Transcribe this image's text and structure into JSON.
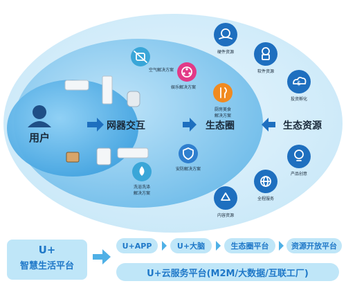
{
  "center": {
    "user": "用户",
    "network": "网器交互",
    "ecosystem": "生态圈",
    "resources": "生态资源"
  },
  "inner_solutions": [
    {
      "id": "air",
      "lines": [
        "空气解决方案"
      ],
      "color": "#3aa6d8",
      "icon": "robot-icon"
    },
    {
      "id": "entertain",
      "lines": [
        "娱乐解决方案"
      ],
      "color": "#e23a87",
      "icon": "film-reel-icon"
    },
    {
      "id": "food",
      "lines": [
        "厨房美食",
        "解决方案"
      ],
      "color": "#f08a20",
      "icon": "fork-knife-icon"
    },
    {
      "id": "security",
      "lines": [
        "安防解决方案"
      ],
      "color": "#2f7fcf",
      "icon": "shield-icon"
    },
    {
      "id": "water",
      "lines": [
        "洗浴洗涤",
        "解决方案"
      ],
      "color": "#3aa6d8",
      "icon": "water-drop-icon"
    }
  ],
  "outer_resources": [
    {
      "id": "hardware",
      "label": "硬件资源",
      "icon": "gear-hand-icon"
    },
    {
      "id": "software",
      "label": "软件资源",
      "icon": "chef-icon"
    },
    {
      "id": "incubation",
      "label": "投资孵化",
      "icon": "money-cloud-icon"
    },
    {
      "id": "idea",
      "label": "产品创意",
      "icon": "lightbulb-icon"
    },
    {
      "id": "channel",
      "label": "全程服务",
      "icon": "globe-icon"
    },
    {
      "id": "content",
      "label": "内容资源",
      "icon": "recycle-icon"
    }
  ],
  "bottom": {
    "uplus_line1": "U+",
    "uplus_line2": "智慧生活平台",
    "chips": [
      "U+APP",
      "U+大脑",
      "生态圈平台",
      "资源开放平台"
    ],
    "cloud": "U+云服务平台(M2M/大数据/互联工厂)"
  },
  "colors": {
    "outer_ellipse": "#d6eefb",
    "middle_ellipse": "#8fcdf0",
    "inner_circle": "#57b2e8",
    "text_dark": "#1a2a3a",
    "badge": "#1e6fbf"
  }
}
